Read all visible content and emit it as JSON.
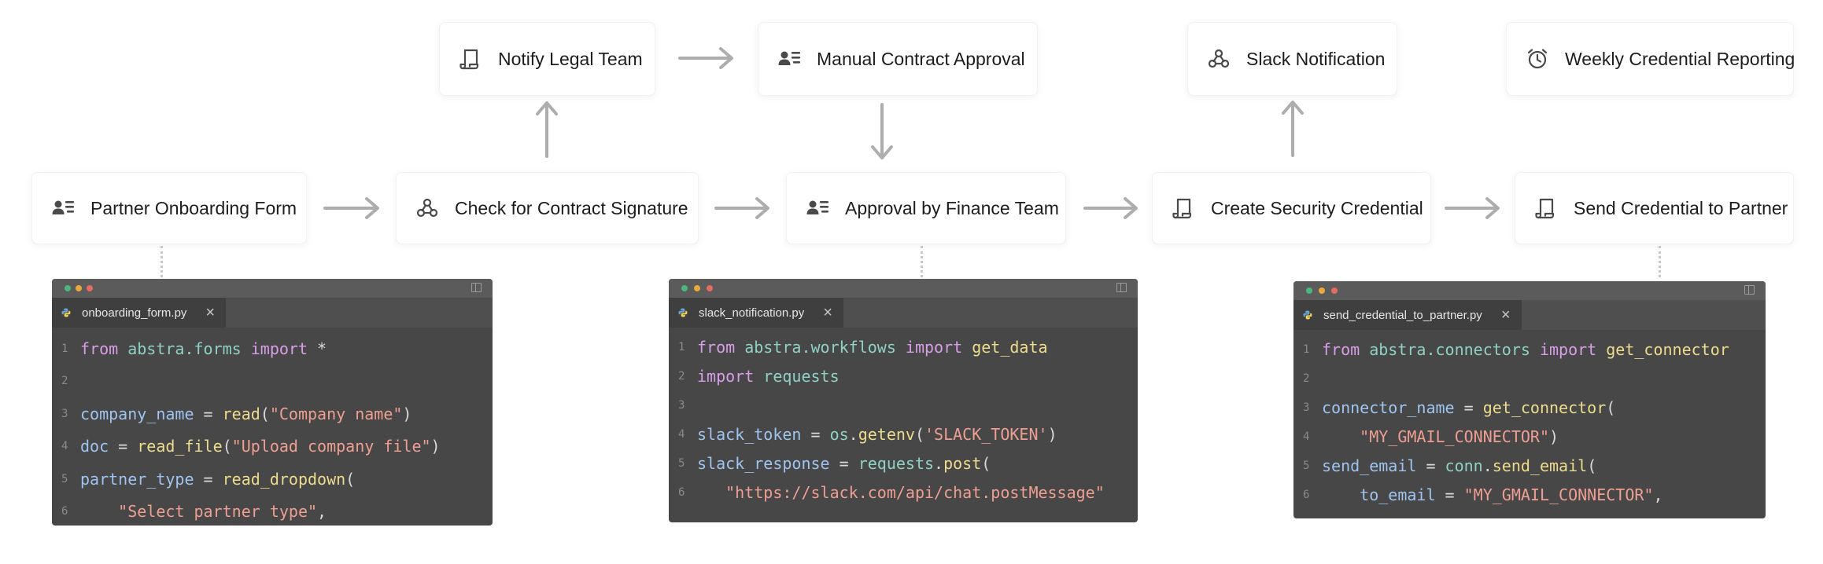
{
  "nodes": {
    "partner_onboarding_form": "Partner Onboarding Form",
    "check_contract_signature": "Check for Contract Signature",
    "approval_finance_team": "Approval by Finance Team",
    "create_security_credential": "Create Security Credential",
    "send_credential_partner": "Send Credential to Partner",
    "notify_legal_team": "Notify Legal Team",
    "manual_contract_approval": "Manual Contract Approval",
    "slack_notification": "Slack Notification",
    "weekly_credential_reporting": "Weekly Credential Reporting"
  },
  "icons": {
    "form_nodes": "form-icon",
    "hook_nodes": "webhook-icon",
    "script_nodes": "script-icon",
    "job_nodes": "alarm-clock-icon"
  },
  "editors": [
    {
      "filename": "onboarding_form.py",
      "lines": [
        {
          "no": "1",
          "tokens": [
            {
              "t": "from",
              "c": "k"
            },
            {
              "t": " "
            },
            {
              "t": "abstra.forms",
              "c": "m"
            },
            {
              "t": " "
            },
            {
              "t": "import",
              "c": "k"
            },
            {
              "t": " *"
            }
          ]
        },
        {
          "no": "2",
          "tokens": []
        },
        {
          "no": "3",
          "tokens": [
            {
              "t": "company_name",
              "c": "v"
            },
            {
              "t": " = "
            },
            {
              "t": "read",
              "c": "f"
            },
            {
              "t": "("
            },
            {
              "t": "\"Company name\"",
              "c": "s"
            },
            {
              "t": ")"
            }
          ]
        },
        {
          "no": "4",
          "tokens": [
            {
              "t": "doc",
              "c": "v"
            },
            {
              "t": " = "
            },
            {
              "t": "read_file",
              "c": "f"
            },
            {
              "t": "("
            },
            {
              "t": "\"Upload company file\"",
              "c": "s"
            },
            {
              "t": ")"
            }
          ]
        },
        {
          "no": "5",
          "tokens": [
            {
              "t": "partner_type",
              "c": "v"
            },
            {
              "t": " = "
            },
            {
              "t": "read_dropdown",
              "c": "f"
            },
            {
              "t": "("
            }
          ]
        },
        {
          "no": "6",
          "tokens": [
            {
              "t": "    "
            },
            {
              "t": "\"Select partner type\"",
              "c": "s"
            },
            {
              "t": ","
            }
          ]
        }
      ]
    },
    {
      "filename": "slack_notification.py",
      "lines": [
        {
          "no": "1",
          "tokens": [
            {
              "t": "from",
              "c": "k"
            },
            {
              "t": " "
            },
            {
              "t": "abstra.workflows",
              "c": "m"
            },
            {
              "t": " "
            },
            {
              "t": "import",
              "c": "k"
            },
            {
              "t": " "
            },
            {
              "t": "get_data",
              "c": "f"
            }
          ]
        },
        {
          "no": "2",
          "tokens": [
            {
              "t": "import",
              "c": "k"
            },
            {
              "t": " "
            },
            {
              "t": "requests",
              "c": "m"
            }
          ]
        },
        {
          "no": "3",
          "tokens": []
        },
        {
          "no": "4",
          "tokens": [
            {
              "t": "slack_token",
              "c": "v"
            },
            {
              "t": " = "
            },
            {
              "t": "os",
              "c": "m"
            },
            {
              "t": "."
            },
            {
              "t": "getenv",
              "c": "f"
            },
            {
              "t": "("
            },
            {
              "t": "'SLACK_TOKEN'",
              "c": "s"
            },
            {
              "t": ")"
            }
          ]
        },
        {
          "no": "5",
          "tokens": [
            {
              "t": "slack_response",
              "c": "v"
            },
            {
              "t": " = "
            },
            {
              "t": "requests",
              "c": "m"
            },
            {
              "t": "."
            },
            {
              "t": "post",
              "c": "f"
            },
            {
              "t": "("
            }
          ]
        },
        {
          "no": "6",
          "tokens": [
            {
              "t": "   "
            },
            {
              "t": "\"https://slack.com/api/chat.postMessage\"",
              "c": "s"
            }
          ]
        }
      ]
    },
    {
      "filename": "send_credential_to_partner.py",
      "lines": [
        {
          "no": "1",
          "tokens": [
            {
              "t": "from",
              "c": "k"
            },
            {
              "t": " "
            },
            {
              "t": "abstra.connectors",
              "c": "m"
            },
            {
              "t": " "
            },
            {
              "t": "import",
              "c": "k"
            },
            {
              "t": " "
            },
            {
              "t": "get_connector",
              "c": "f"
            }
          ]
        },
        {
          "no": "2",
          "tokens": []
        },
        {
          "no": "3",
          "tokens": [
            {
              "t": "connector_name",
              "c": "v"
            },
            {
              "t": " = "
            },
            {
              "t": "get_connector",
              "c": "f"
            },
            {
              "t": "("
            }
          ]
        },
        {
          "no": "4",
          "tokens": [
            {
              "t": "    "
            },
            {
              "t": "\"MY_GMAIL_CONNECTOR\"",
              "c": "s"
            },
            {
              "t": ")"
            }
          ]
        },
        {
          "no": "5",
          "tokens": [
            {
              "t": "send_email",
              "c": "v"
            },
            {
              "t": " = "
            },
            {
              "t": "conn",
              "c": "m"
            },
            {
              "t": "."
            },
            {
              "t": "send_email",
              "c": "f"
            },
            {
              "t": "("
            }
          ]
        },
        {
          "no": "6",
          "tokens": [
            {
              "t": "    "
            },
            {
              "t": "to_email",
              "c": "v"
            },
            {
              "t": " = "
            },
            {
              "t": "\"MY_GMAIL_CONNECTOR\"",
              "c": "s"
            },
            {
              "t": ","
            }
          ]
        }
      ]
    }
  ],
  "colors": {
    "arrow": "#adadad",
    "editor_bg": "#474747",
    "traffic_green": "#4ab87c",
    "traffic_yellow": "#e8a93a",
    "traffic_red": "#e46d5f"
  }
}
